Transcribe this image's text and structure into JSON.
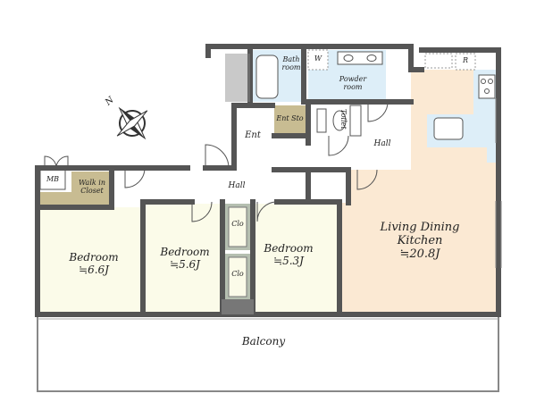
{
  "floor_plan": {
    "rooms": {
      "bath_room": "Bath\nroom",
      "washer": "W",
      "powder_room": "Powder\nroom",
      "refrigerator": "R",
      "entrance": "Ent",
      "entrance_storage": "Ent Sto",
      "toilet": "Toilet",
      "hall_right": "Hall",
      "hall_center": "Hall",
      "meter_box": "MB",
      "walk_in_closet": "Walk in\nCloset",
      "bedroom_1": {
        "name": "Bedroom",
        "area": "≒6.6J"
      },
      "bedroom_2": {
        "name": "Bedroom",
        "area": "≒5.6J"
      },
      "bedroom_3": {
        "name": "Bedroom",
        "area": "≒5.3J"
      },
      "closet_1": "Clo",
      "closet_2": "Clo",
      "ldk": {
        "name": "Living Dining\nKitchen",
        "area": "≒20.8J"
      },
      "balcony": "Balcony"
    },
    "compass": {
      "label": "N"
    },
    "colors": {
      "wall": "#555555",
      "bedroom_floor": "#fbfbe9",
      "ldk_floor": "#fbe9d3",
      "wet_area": "#ddeef8",
      "storage": "#c8bc92",
      "closet": "#b5bfb0",
      "balcony": "#ffffff"
    }
  }
}
